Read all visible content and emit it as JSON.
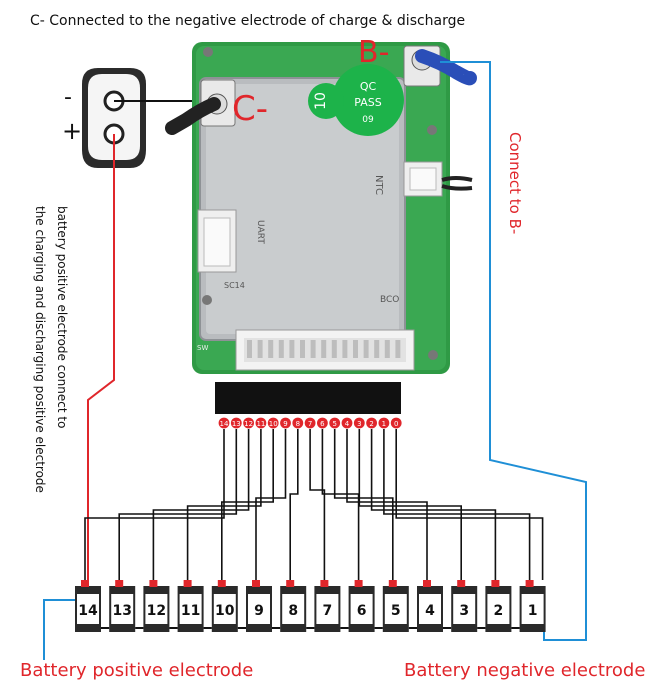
{
  "top_caption": "C- Connected to the negative electrode of charge & discharge",
  "label_b_minus": "B-",
  "label_c_minus": "C-",
  "qc_seal": {
    "top": "QC",
    "middle": "PASS",
    "bottom": "09",
    "date": "10"
  },
  "board_labels": {
    "ntc": "NTC",
    "uart": "UART",
    "sc14": "SC14",
    "bco": "BCO",
    "sw": "SW"
  },
  "connector_plus_minus": {
    "minus": "-",
    "plus": "+"
  },
  "right_vertical_text": "Connect to B-",
  "left_vertical_text_line1": "battery positive electrode connect to",
  "left_vertical_text_line2": "the charging and discharging positive electrode",
  "pin_labels": [
    "14",
    "13",
    "12",
    "11",
    "10",
    "9",
    "8",
    "7",
    "6",
    "5",
    "4",
    "3",
    "2",
    "1",
    "0"
  ],
  "cells": [
    "14",
    "13",
    "12",
    "11",
    "10",
    "9",
    "8",
    "7",
    "6",
    "5",
    "4",
    "3",
    "2",
    "1"
  ],
  "bottom_left_label": "Battery positive electrode",
  "bottom_right_label": "Battery negative electrode",
  "colors": {
    "red": "#e0262b",
    "blue": "#1f8fd6",
    "black": "#111111",
    "seal": "#1db34a"
  }
}
